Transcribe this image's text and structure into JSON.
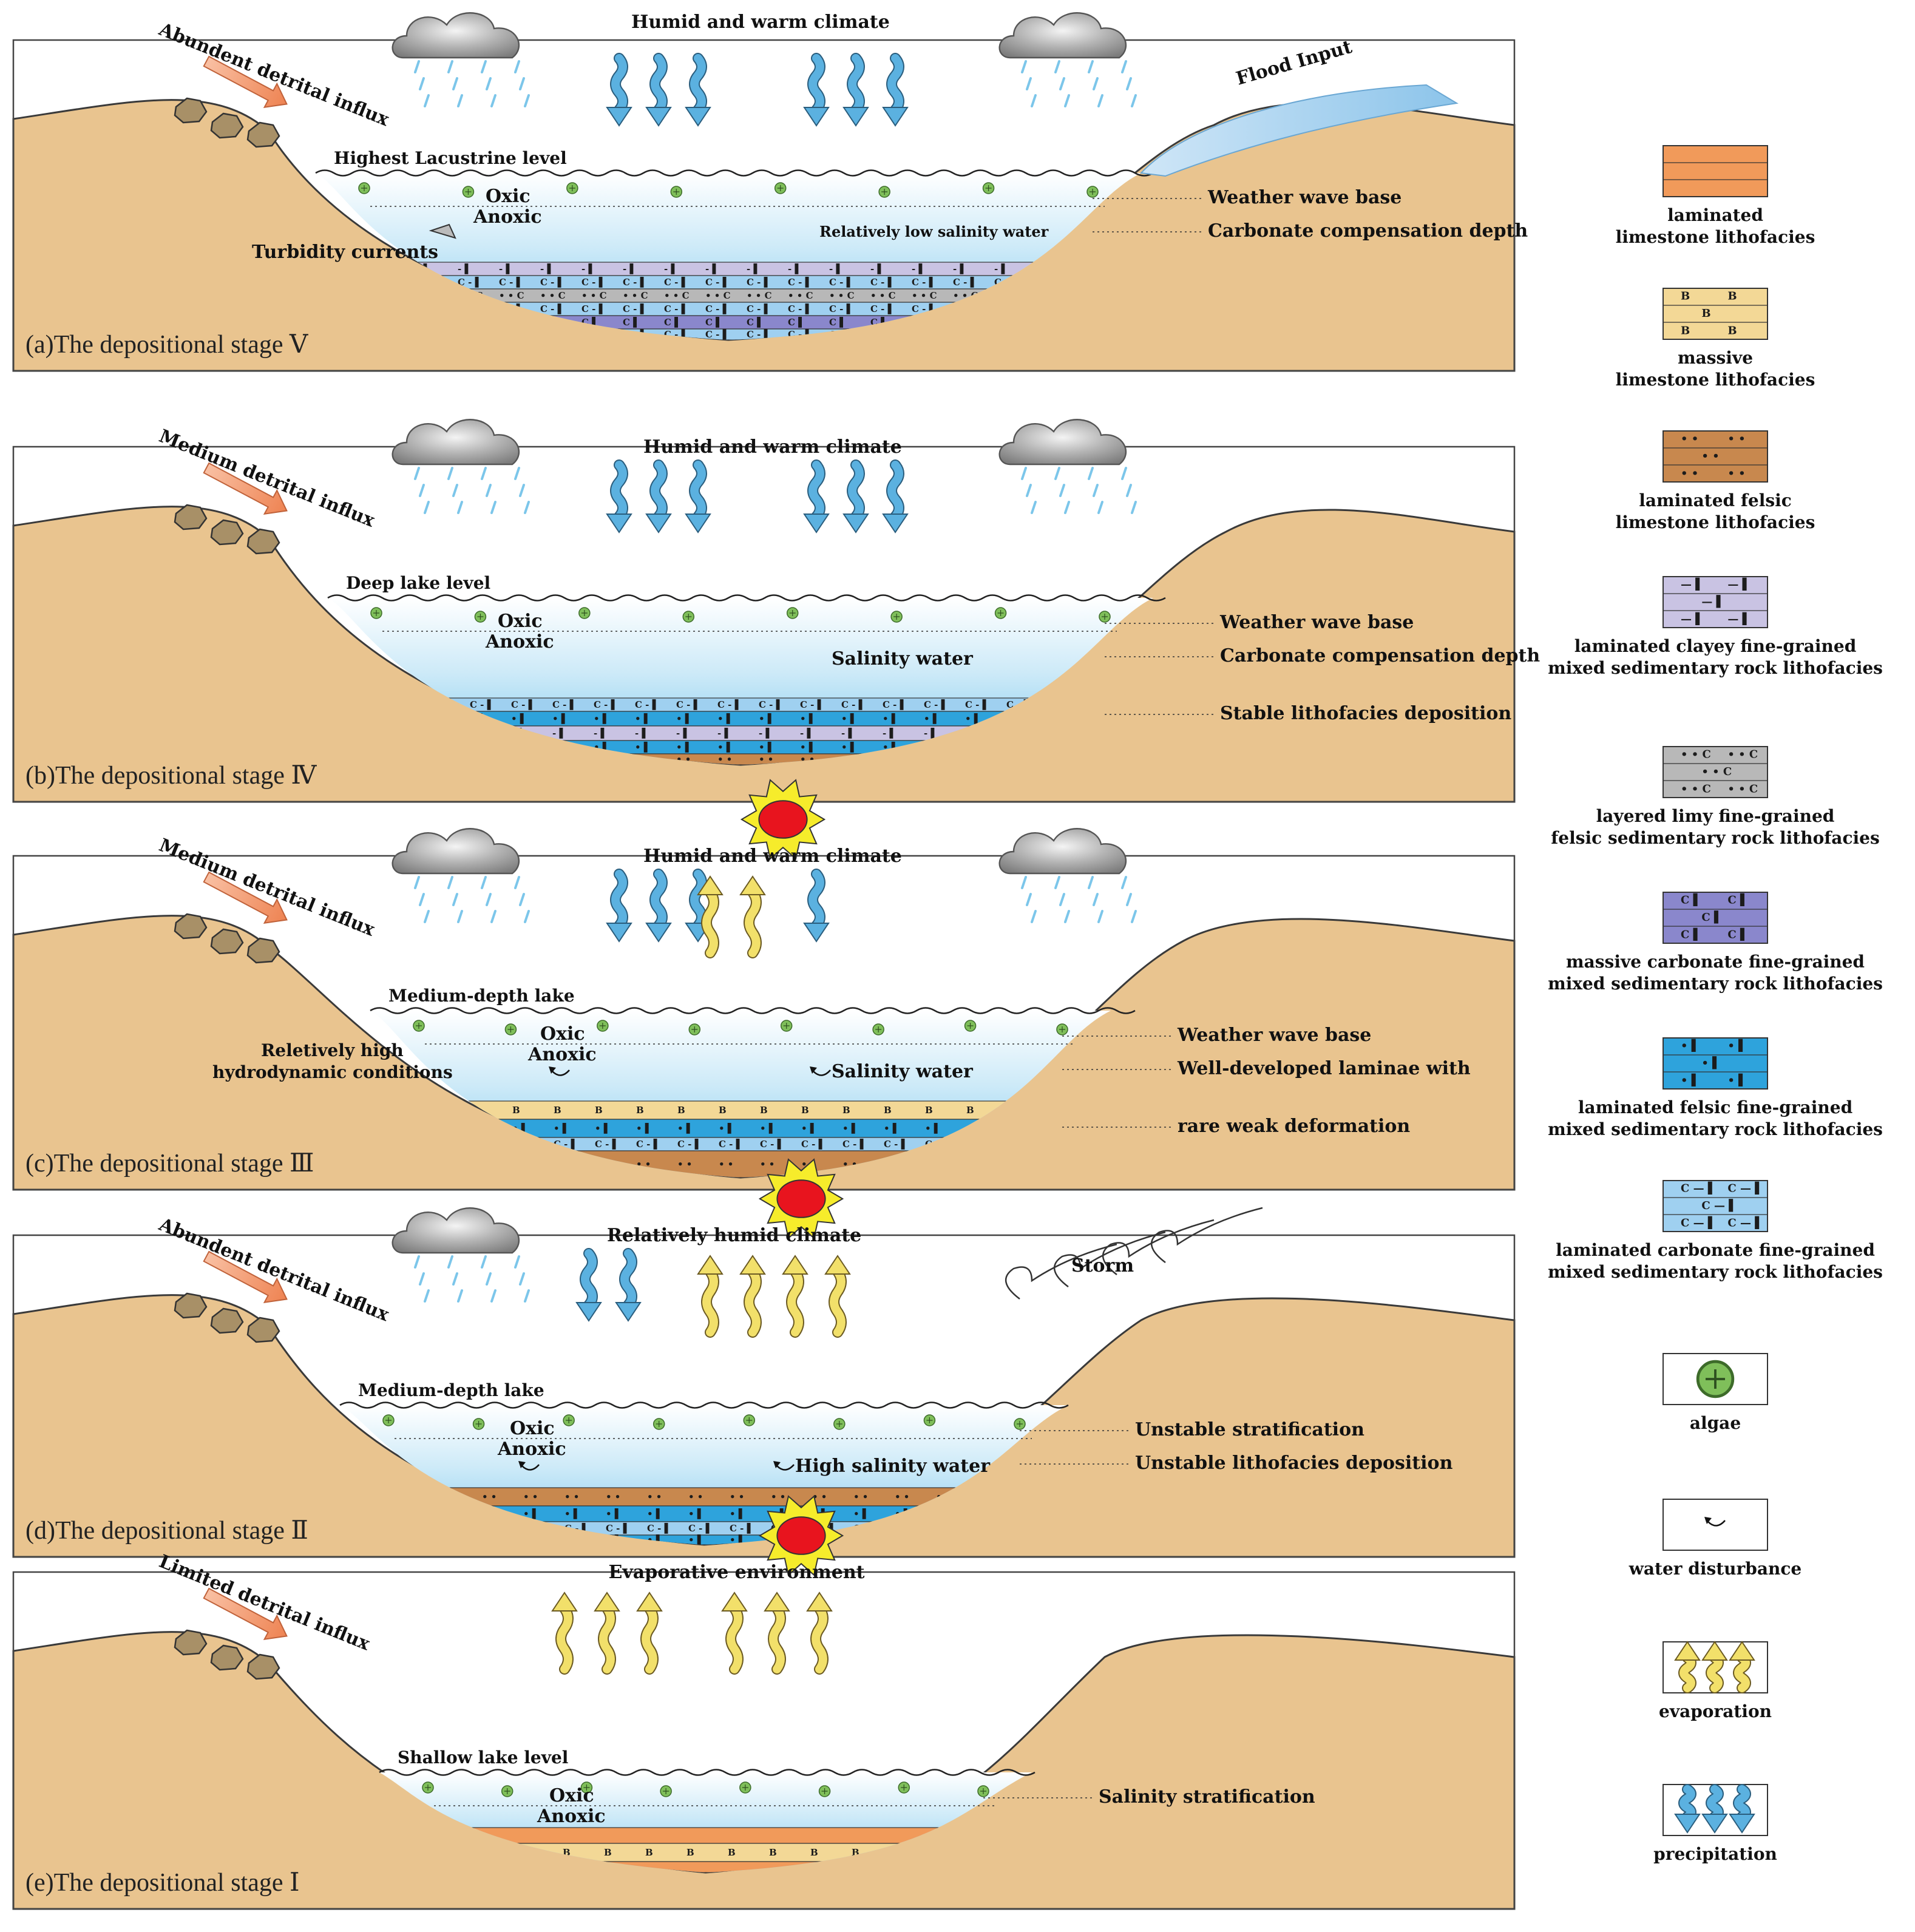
{
  "panels": [
    {
      "id": "a",
      "stage_title": "(a)The depositional stage Ⅴ",
      "detrital_label": "Abundent detrital influx",
      "climate_label": "Humid and warm climate",
      "lake_level_label": "Highest Lacustrine level",
      "oxic_label": "Oxic",
      "anoxic_label": "Anoxic",
      "water_label": "Relatively low salinity water",
      "extra_left_label": "Turbidity currents",
      "flood_label": "Flood Input",
      "right_labels": [
        "Weather wave base",
        "Carbonate compensation depth"
      ]
    },
    {
      "id": "b",
      "stage_title": "(b)The depositional stage Ⅳ",
      "detrital_label": "Medium detrital influx",
      "climate_label": "Humid and warm climate",
      "lake_level_label": "Deep lake level",
      "oxic_label": "Oxic",
      "anoxic_label": "Anoxic",
      "water_label": "Salinity water",
      "right_labels": [
        "Weather wave base",
        "Carbonate compensation depth",
        "Stable lithofacies deposition"
      ]
    },
    {
      "id": "c",
      "stage_title": "(c)The depositional stage Ⅲ",
      "detrital_label": "Medium detrital influx",
      "climate_label": "Humid and warm climate",
      "lake_level_label": "Medium-depth lake",
      "oxic_label": "Oxic",
      "anoxic_label": "Anoxic",
      "water_label": "Salinity water",
      "extra_left_label": [
        "Reletively high",
        "hydrodynamic conditions"
      ],
      "right_labels": [
        "Weather wave base",
        "Well-developed laminae with",
        "rare weak deformation"
      ]
    },
    {
      "id": "d",
      "stage_title": "(d)The depositional stage Ⅱ",
      "detrital_label": "Abundent detrital influx",
      "climate_label": "Relatively humid climate",
      "lake_level_label": "Medium-depth lake",
      "oxic_label": "Oxic",
      "anoxic_label": "Anoxic",
      "water_label": "High salinity water",
      "storm_label": "Storm",
      "right_labels": [
        "Unstable stratification",
        "Unstable lithofacies deposition"
      ]
    },
    {
      "id": "e",
      "stage_title": "(e)The depositional stage Ⅰ",
      "detrital_label": "Limited detrital influx",
      "climate_label": "Evaporative environment",
      "lake_level_label": "Shallow lake level",
      "oxic_label": "Oxic",
      "anoxic_label": "Anoxic",
      "right_labels": [
        "Salinity stratification"
      ]
    }
  ],
  "legend": [
    {
      "key": "lam_lime",
      "lines": [
        "laminated",
        "limestone lithofacies"
      ],
      "color": "#f19a5a"
    },
    {
      "key": "mas_lime",
      "lines": [
        "massive",
        "limestone lithofacies"
      ],
      "color": "#f3d896",
      "symbol": "B"
    },
    {
      "key": "lam_felsic_lime",
      "lines": [
        "laminated felsic",
        "limestone lithofacies"
      ],
      "color": "#c8884e",
      "symbol": "• •"
    },
    {
      "key": "lam_clay",
      "lines": [
        "laminated clayey fine-grained",
        "mixed sedimentary rock  lithofacies"
      ],
      "color": "#c9c3e3",
      "symbol": "— ▌"
    },
    {
      "key": "lay_limy",
      "lines": [
        "layered limy fine-grained",
        "felsic sedimentary rock lithofacies"
      ],
      "color": "#b8b8b8",
      "symbol": "• • C"
    },
    {
      "key": "mas_carb",
      "lines": [
        "massive carbonate fine-grained",
        "mixed sedimentary rock lithofacies"
      ],
      "color": "#8a87cc",
      "symbol": "C ▌"
    },
    {
      "key": "lam_felsic",
      "lines": [
        "laminated felsic fine-grained",
        "mixed sedimentary rock lithofacies"
      ],
      "color": "#2ea3dc",
      "symbol": "• ▌"
    },
    {
      "key": "lam_carb",
      "lines": [
        "laminated carbonate fine-grained",
        "mixed sedimentary rock lithofacies"
      ],
      "color": "#9fd0f0",
      "symbol": "C — ▌"
    },
    {
      "key": "algae",
      "lines": [
        "algae"
      ]
    },
    {
      "key": "disturb",
      "lines": [
        "water disturbance"
      ]
    },
    {
      "key": "evap",
      "lines": [
        "evaporation"
      ]
    },
    {
      "key": "precip",
      "lines": [
        "precipitation"
      ]
    }
  ],
  "colors": {
    "land": "#e9c48f",
    "land_stroke": "#3a3a3a",
    "water_top": "#ffffff",
    "water_bottom": "#8fd0f0",
    "rain": "#7cc6ea",
    "cloud": "#9a9a9a",
    "detrital_arrow": "#f5a37a",
    "rock": "#a89067",
    "sun": "#e8141e",
    "sun_rays": "#f6ec2b",
    "evap_arrow": "#f2e06a",
    "precip_arrow": "#5bb1e0",
    "algae": "#7fbf5a"
  }
}
